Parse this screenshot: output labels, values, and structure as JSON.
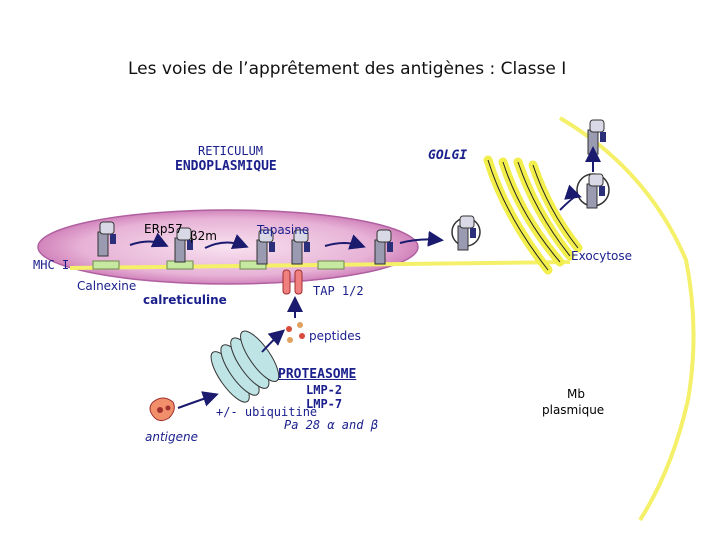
{
  "title": "Les voies de l’apprêtement des antigènes : Classe I",
  "labels": {
    "reticulum_1": "RETICULUM",
    "reticulum_2": "ENDOPLASMIQUE",
    "golgi": "GOLGI",
    "erp57": "ERp57",
    "b2m": "β2m",
    "tapasine": "Tapasine",
    "exocytose": "Exocytose",
    "mhc1": "MHC I",
    "calnexine": "Calnexine",
    "calreticuline": "calreticuline",
    "tap": "TAP 1/2",
    "peptides": "peptides",
    "proteasome": "PROTEASOME",
    "lmp2": "LMP-2",
    "lmp7": "LMP-7",
    "ubiquitine": "+/- ubiquitine",
    "pa28": "Pa 28 α and β",
    "antigene": "antigene",
    "mb_1": "Mb",
    "mb_2": "plasmique"
  },
  "colors": {
    "er_fill": "#e9b5d8",
    "membrane": "#f5f06a",
    "golgi": "#f2ee4c",
    "arrow": "#1a1a6e",
    "text_blue": "#1a1f8c",
    "peptide_red": "#d84a3a",
    "proteasome": "#9bd3d6"
  }
}
